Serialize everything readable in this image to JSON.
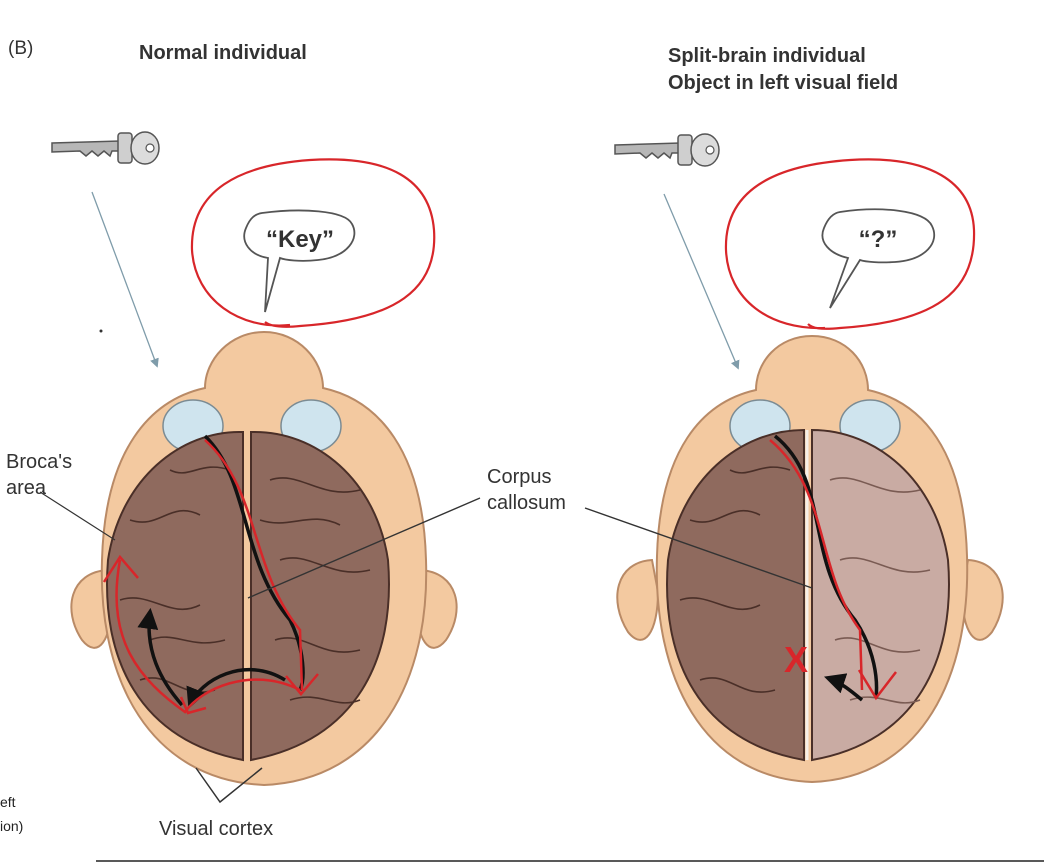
{
  "figure": {
    "panel_letter": "(B)",
    "left_panel": {
      "title": "Normal individual",
      "speech": "“Key”"
    },
    "right_panel": {
      "title_line1": "Split-brain individual",
      "title_line2": "Object in left visual field",
      "speech": "“?”",
      "blocked_mark": "X"
    },
    "labels": {
      "broca_line1": "Broca's",
      "broca_line2": "area",
      "corpus_line1": "Corpus",
      "corpus_line2": "callosum",
      "visual_cortex": "Visual cortex"
    },
    "cropped_text": {
      "line1": "eft",
      "line2": "ion)"
    },
    "colors": {
      "skin": "#f3c9a0",
      "skin_outline": "#b98a66",
      "brain_left": "#8f6a5e",
      "brain_right_split": "#c9aba3",
      "gyri_lines": "#4a2f28",
      "pathway_black": "#111111",
      "annotation_red": "#d8262a",
      "view_arrow": "#7f9caa",
      "eye": "#cfe4ee"
    }
  }
}
